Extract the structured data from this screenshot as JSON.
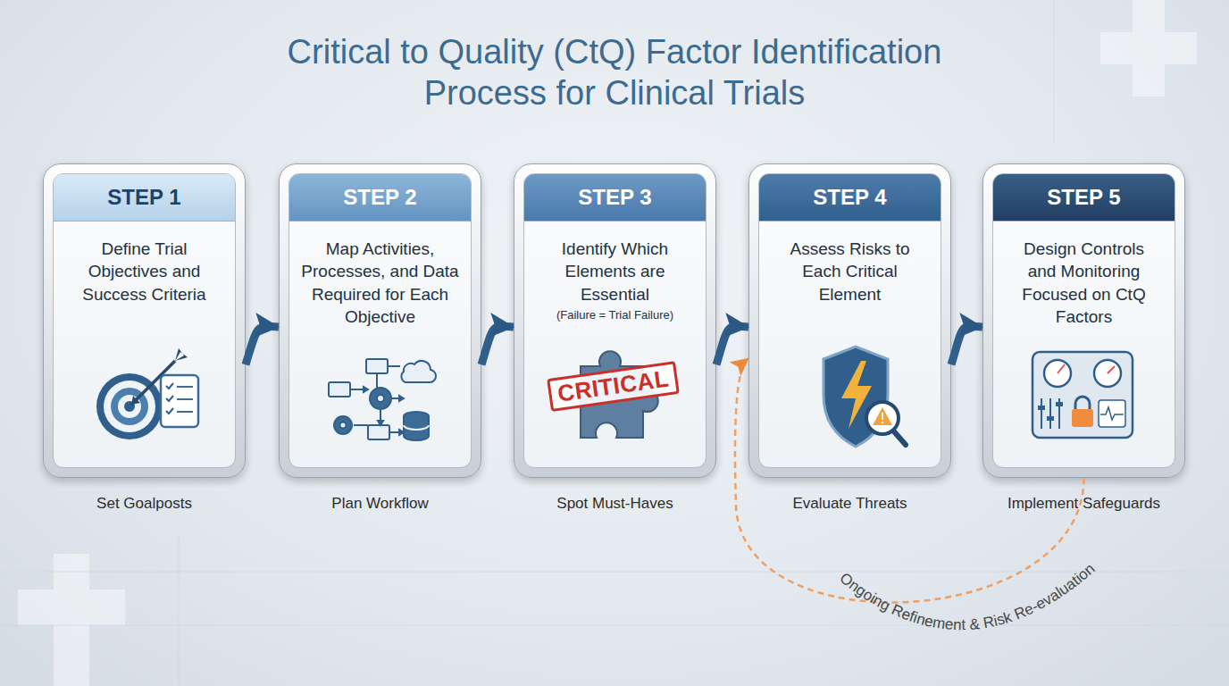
{
  "diagram": {
    "title": "Critical to Quality (CtQ) Factor Identification Process for Clinical Trials",
    "nodes": [
      {
        "text": [
          "STEP 1",
          "Define Trial Objectives and Success Criteria",
          "Set Goalposts"
        ]
      },
      {
        "text": [
          "STEP 2",
          "Map Activities, Processes, and Data Required for Each Objective",
          "Plan Workflow"
        ]
      },
      {
        "text": [
          "STEP 3",
          "Identify Which Elements are Essential",
          "(Failure = Trial Failure)",
          "Spot Must-Haves"
        ]
      },
      {
        "text": [
          "STEP 4",
          "Assess Risks to Each Critical Element",
          "Evaluate Threats"
        ]
      },
      {
        "text": [
          "STEP 5",
          "Design Controls and Monitoring Focused on CtQ Factors",
          "Implement Safeguards"
        ]
      }
    ],
    "edges": [
      {
        "from": 0,
        "to": 1,
        "arrow": "to"
      },
      {
        "from": 1,
        "to": 2,
        "arrow": "to"
      },
      {
        "from": 2,
        "to": 3,
        "arrow": "to"
      },
      {
        "from": 3,
        "to": 4,
        "arrow": "to"
      },
      {
        "from": 4,
        "to": 3,
        "label": "Ongoing Refinement & Risk Re-evaluation",
        "arrow": "to"
      }
    ],
    "labels": [
      "CRITICAL"
    ]
  }
}
